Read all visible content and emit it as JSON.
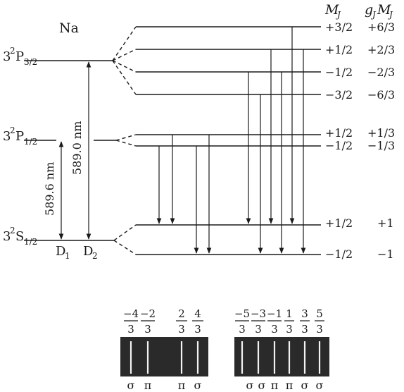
{
  "element": "Na",
  "headers": {
    "mj": "M",
    "mj_sub": "J",
    "gjmj_g": "g",
    "gjmj_g_sub": "J",
    "gjmj_m": "M",
    "gjmj_m_sub": "J"
  },
  "unperturbed_levels": [
    {
      "sup": "2",
      "name": "P",
      "sub": "3/2"
    },
    {
      "sup": "2",
      "name": "P",
      "sub": "1/2"
    },
    {
      "sup": "2",
      "name": "S",
      "sub": "1/2"
    }
  ],
  "principal": "3",
  "wavelengths": {
    "d1": "589.6 nm",
    "d2": "589.0 nm"
  },
  "lines": {
    "d1": {
      "name": "D",
      "sub": "1"
    },
    "d2": {
      "name": "D",
      "sub": "2"
    }
  },
  "sublevels": [
    {
      "mj": "+3/2",
      "gjmj": "+6/3"
    },
    {
      "mj": "+1/2",
      "gjmj": "+2/3"
    },
    {
      "mj": "−1/2",
      "gjmj": "−2/3"
    },
    {
      "mj": "−3/2",
      "gjmj": "−6/3"
    },
    {
      "mj": "+1/2",
      "gjmj": "+1/3"
    },
    {
      "mj": "−1/2",
      "gjmj": "−1/3"
    },
    {
      "mj": "+1/2",
      "gjmj": "+1"
    },
    {
      "mj": "−1/2",
      "gjmj": "−1"
    }
  ],
  "spectrum_d1": {
    "fractions": [
      {
        "num": "−4",
        "den": "3"
      },
      {
        "num": "−2",
        "den": "3"
      },
      {
        "num": "2",
        "den": "3"
      },
      {
        "num": "4",
        "den": "3"
      }
    ],
    "polarizations": [
      "σ",
      "π",
      "π",
      "σ"
    ]
  },
  "spectrum_d2": {
    "fractions": [
      {
        "num": "−5",
        "den": "3"
      },
      {
        "num": "−3",
        "den": "3"
      },
      {
        "num": "−1",
        "den": "3"
      },
      {
        "num": "1",
        "den": "3"
      },
      {
        "num": "3",
        "den": "3"
      },
      {
        "num": "5",
        "den": "3"
      }
    ],
    "polarizations": [
      "σ",
      "σ",
      "π",
      "π",
      "σ",
      "σ"
    ]
  }
}
